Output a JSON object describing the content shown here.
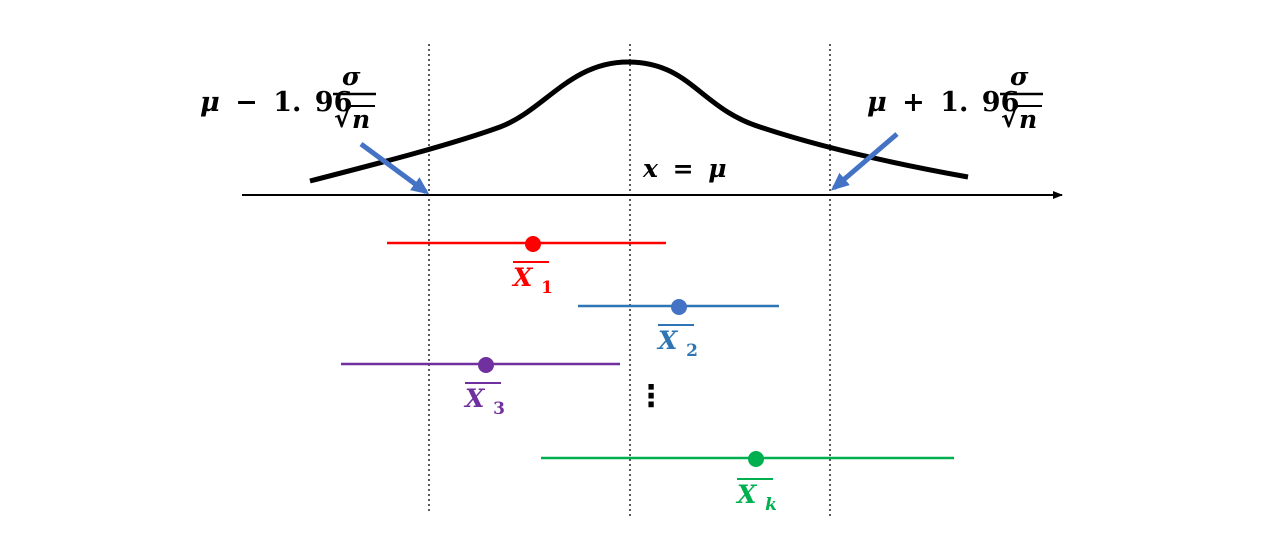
{
  "figure": {
    "axis": {
      "color": "#000000"
    },
    "curve": {
      "color": "#000000"
    },
    "guides": {
      "color": "#000000"
    },
    "arrows": {
      "color": "#4472C4"
    },
    "center_label": {
      "lhs": "x",
      "eq": "=",
      "rhs": "μ"
    },
    "lower_bound_label": {
      "lhs": "μ",
      "op": "−",
      "coef": "1.",
      "coef_rest": "96",
      "num": "σ",
      "den": "n",
      "radical": "√"
    },
    "upper_bound_label": {
      "lhs": "μ",
      "op": "+",
      "coef": "1.",
      "coef_rest": "96",
      "num": "σ",
      "den": "n",
      "radical": "√"
    },
    "ellipsis": "⋮",
    "intervals": [
      {
        "label": "X",
        "subscript": "1",
        "color": "#FF0000"
      },
      {
        "label": "X",
        "subscript": "2",
        "color": "#2E75B6",
        "dot_color": "#4472C4"
      },
      {
        "label": "X",
        "subscript": "3",
        "color": "#7030A0"
      },
      {
        "label": "X",
        "subscript": "k",
        "color": "#00B050"
      }
    ]
  }
}
